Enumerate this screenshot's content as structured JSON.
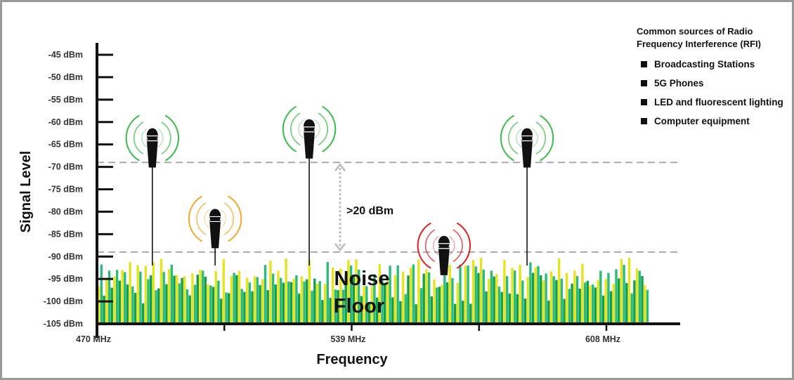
{
  "legend": {
    "title": "Common sources of Radio Frequency Interference (RFI)",
    "items": [
      "Broadcasting Stations",
      "5G Phones",
      "LED and fluorescent lighting",
      "Computer equipment"
    ]
  },
  "chart_data": {
    "type": "bar",
    "xlabel": "Frequency",
    "ylabel": "Signal Level",
    "x_ticks": [
      "470 MHz",
      "539 MHz",
      "608 MHz"
    ],
    "xlim_mhz": [
      470,
      628
    ],
    "y_ticks": [
      "-45 dBm",
      "-50 dBm",
      "-55 dBm",
      "-60 dBm",
      "-65 dBm",
      "-70 dBm",
      "-75 dBm",
      "-80 dBm",
      "-85 dBm",
      "-90 dBm",
      "-95 dBm",
      "-100 dBm",
      "-105 dBm"
    ],
    "ylim_dbm": [
      -105,
      -45
    ],
    "noise_floor": {
      "label_line1": "Noise",
      "label_line2": "Floor",
      "range_dbm": [
        -102,
        -90
      ],
      "span_mhz": [
        470,
        619
      ]
    },
    "threshold_lines_dbm": [
      -69,
      -89
    ],
    "margin_label": ">20 dBm",
    "microphones": [
      {
        "freq_mhz": 485,
        "level_dbm": -62,
        "status": "good",
        "color": "#3cba4a"
      },
      {
        "freq_mhz": 502,
        "level_dbm": -80,
        "status": "marginal",
        "color": "#f0a830"
      },
      {
        "freq_mhz": 527.5,
        "level_dbm": -60,
        "status": "good",
        "color": "#3cba4a"
      },
      {
        "freq_mhz": 564,
        "level_dbm": -86,
        "status": "bad",
        "color": "#d92020"
      },
      {
        "freq_mhz": 586.5,
        "level_dbm": -62,
        "status": "good",
        "color": "#3cba4a"
      }
    ],
    "bar_colors": [
      "#e6e41e",
      "#2dbb7c",
      "#14a048"
    ]
  }
}
